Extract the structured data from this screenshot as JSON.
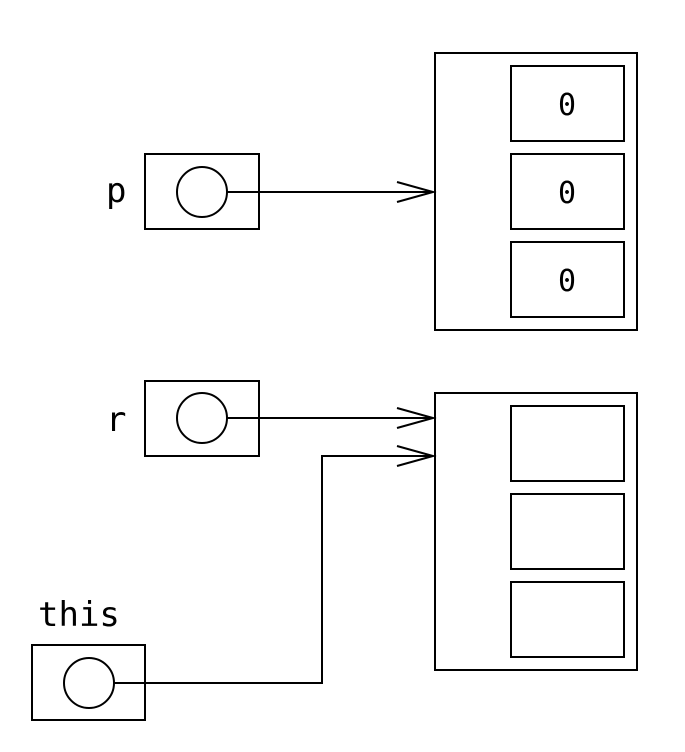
{
  "variables": {
    "p": {
      "label": "p"
    },
    "r": {
      "label": "r"
    },
    "this": {
      "label": "this"
    }
  },
  "arrays": {
    "array_a": {
      "cells": [
        "0",
        "0",
        "0"
      ]
    },
    "array_b": {
      "cells": [
        "",
        "",
        ""
      ]
    }
  },
  "colors": {
    "stroke": "#000000",
    "background": "#ffffff"
  }
}
